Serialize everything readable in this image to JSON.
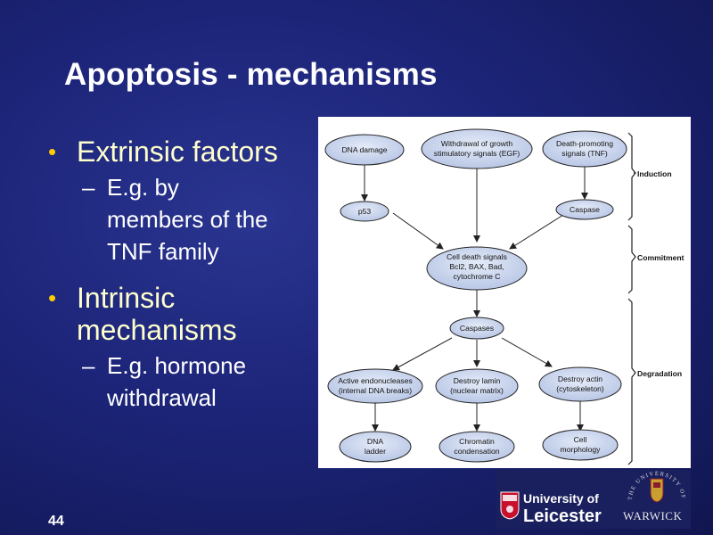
{
  "slide": {
    "title": "Apoptosis - mechanisms",
    "page_number": "44",
    "bullets": [
      {
        "text": "Extrinsic factors",
        "sub": [
          "E.g. by",
          "members of the",
          "TNF family"
        ]
      },
      {
        "text": [
          "Intrinsic",
          "mechanisms"
        ],
        "sub": [
          "E.g. hormone",
          "withdrawal"
        ]
      }
    ]
  },
  "diagram": {
    "nodes": {
      "dna_damage": "DNA damage",
      "withdrawal": [
        "Withdrawal of growth",
        "stimulatory signals (EGF)"
      ],
      "death_promoting": [
        "Death-promoting",
        "signals (TNF)"
      ],
      "p53": "p53",
      "caspase": "Caspase",
      "cell_death": [
        "Cell death signals",
        "Bcl2, BAX, Bad,",
        "cytochrome C"
      ],
      "caspases": "Caspases",
      "endonucleases": [
        "Active endonucleases",
        "(internal DNA breaks)"
      ],
      "lamin": [
        "Destroy lamin",
        "(nuclear matrix)"
      ],
      "actin": [
        "Destroy actin",
        "(cytoskeleton)"
      ],
      "dna_ladder": [
        "DNA",
        "ladder"
      ],
      "chromatin": [
        "Chromatin",
        "condensation"
      ],
      "morphology": [
        "Cell",
        "morphology"
      ]
    },
    "stages": {
      "induction": "Induction",
      "commitment": "Commitment",
      "degradation": "Degradation"
    }
  },
  "logos": {
    "leicester_line1": "University of",
    "leicester_line2": "Leicester",
    "warwick_arc": "THE UNIVERSITY OF",
    "warwick": "WARWICK"
  },
  "colors": {
    "background": "#1c2478",
    "title": "#ffffff",
    "bullet_text": "#ffffcc",
    "bullet_dot": "#ffcc00",
    "node_fill": "#c8d4ec",
    "node_stroke": "#222222"
  }
}
